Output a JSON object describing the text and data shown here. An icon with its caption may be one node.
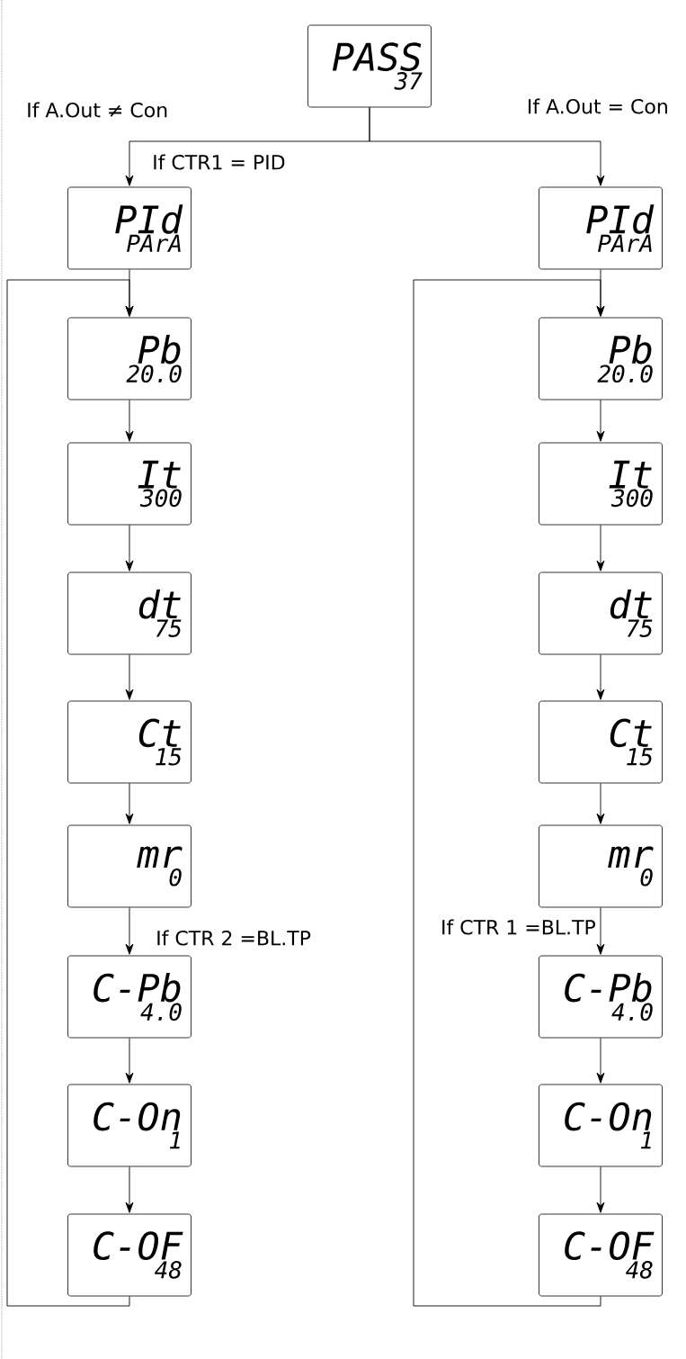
{
  "diagram": {
    "nodes": [
      {
        "text": [
          "PASS",
          "37"
        ]
      },
      {
        "text": [
          "PId",
          "PArA"
        ]
      },
      {
        "text": [
          "Pb",
          "20.0"
        ]
      },
      {
        "text": [
          "It",
          "300"
        ]
      },
      {
        "text": [
          "dt",
          "75"
        ]
      },
      {
        "text": [
          "Ct",
          "15"
        ]
      },
      {
        "text": [
          "mr",
          "0"
        ]
      },
      {
        "text": [
          "C-Pb",
          "4.0"
        ]
      },
      {
        "text": [
          "C-On",
          "1"
        ]
      },
      {
        "text": [
          "C-OF",
          "48"
        ]
      },
      {
        "text": [
          "PId",
          "PArA"
        ]
      },
      {
        "text": [
          "Pb",
          "20.0"
        ]
      },
      {
        "text": [
          "It",
          "300"
        ]
      },
      {
        "text": [
          "dt",
          "75"
        ]
      },
      {
        "text": [
          "Ct",
          "15"
        ]
      },
      {
        "text": [
          "mr",
          "0"
        ]
      },
      {
        "text": [
          "C-Pb",
          "4.0"
        ]
      },
      {
        "text": [
          "C-On",
          "1"
        ]
      },
      {
        "text": [
          "C-OF",
          "48"
        ]
      }
    ],
    "edges": [
      {
        "from": 0,
        "to": 1,
        "arrow": "to",
        "label": "If A.Out ≠ Con"
      },
      {
        "from": 0,
        "to": 10,
        "arrow": "to",
        "label": "If A.Out = Con"
      },
      {
        "from": 1,
        "to": 2,
        "arrow": "to"
      },
      {
        "from": 2,
        "to": 3,
        "arrow": "to"
      },
      {
        "from": 3,
        "to": 4,
        "arrow": "to"
      },
      {
        "from": 4,
        "to": 5,
        "arrow": "to"
      },
      {
        "from": 5,
        "to": 6,
        "arrow": "to"
      },
      {
        "from": 6,
        "to": 7,
        "arrow": "to",
        "label": "If CTR 2 =BL.TP"
      },
      {
        "from": 7,
        "to": 8,
        "arrow": "to"
      },
      {
        "from": 8,
        "to": 9,
        "arrow": "to"
      },
      {
        "from": 9,
        "to": 2,
        "arrow": "to"
      },
      {
        "from": 10,
        "to": 11,
        "arrow": "to"
      },
      {
        "from": 11,
        "to": 12,
        "arrow": "to"
      },
      {
        "from": 12,
        "to": 13,
        "arrow": "to"
      },
      {
        "from": 13,
        "to": 14,
        "arrow": "to"
      },
      {
        "from": 14,
        "to": 15,
        "arrow": "to"
      },
      {
        "from": 15,
        "to": 16,
        "arrow": "to",
        "label": "If CTR 1 =BL.TP"
      },
      {
        "from": 16,
        "to": 17,
        "arrow": "to"
      },
      {
        "from": 17,
        "to": 18,
        "arrow": "to"
      },
      {
        "from": 18,
        "to": 11,
        "arrow": "to"
      }
    ],
    "labels": [
      "If CTR1 = PID"
    ]
  }
}
